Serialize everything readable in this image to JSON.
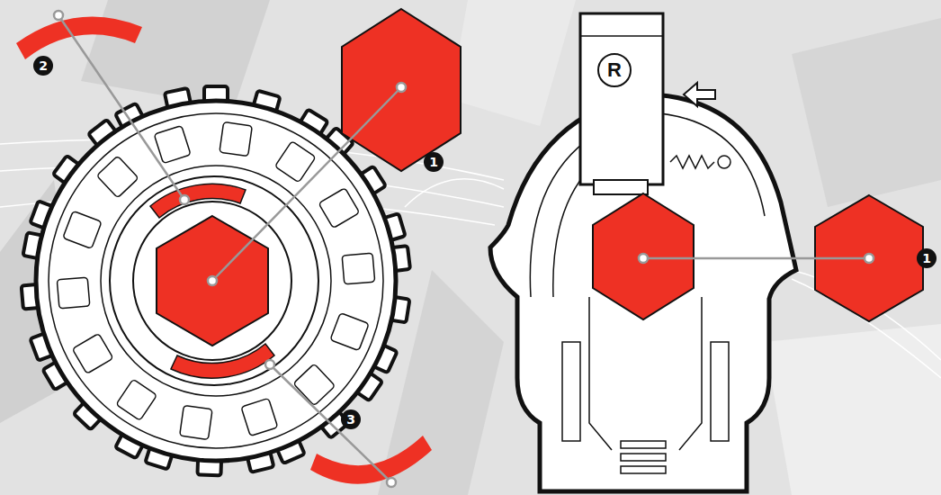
{
  "diagram": {
    "labels": [
      "2",
      "1",
      "3",
      "R",
      "1"
    ]
  }
}
